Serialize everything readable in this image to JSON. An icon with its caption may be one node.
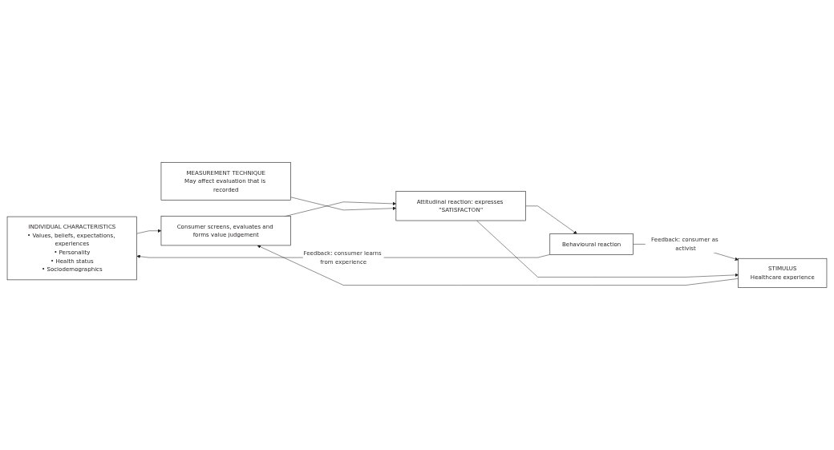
{
  "diagram": {
    "nodes": [
      {
        "text": [
          "INDIVIDUAL CHARACTERISTICS",
          "• Values, beliefs, expectations, experiences",
          "• Personality",
          "• Health status",
          "• Sociodemographics"
        ]
      },
      {
        "text": [
          "STIMULUS",
          "Healthcare experience"
        ]
      },
      {
        "text": [
          "Consumer screens, evaluates and forms value judgement"
        ]
      },
      {
        "text": [
          "Attitudinal reaction: expresses ”SATISFACTON”"
        ]
      },
      {
        "text": [
          "Behavioural reaction"
        ]
      },
      {
        "text": [
          "MEASUREMENT TECHNIQUE",
          "May affect evaluation that is recorded"
        ]
      }
    ],
    "edges": [
      {
        "from": 0,
        "to": 2,
        "arrow": "to"
      },
      {
        "from": 1,
        "to": 2,
        "arrow": "to"
      },
      {
        "from": 2,
        "to": 3,
        "arrow": "to"
      },
      {
        "from": 3,
        "to": 4,
        "arrow": "to"
      },
      {
        "from": 5,
        "to": 3,
        "arrow": "to"
      },
      {
        "from": 4,
        "to": 0,
        "arrow": "to",
        "label": "Feedback: consumer learns from experience"
      },
      {
        "from": 4,
        "to": 1,
        "arrow": "to",
        "label": "Feedback: consumer as activist"
      },
      {
        "from": 3,
        "to": 1,
        "arrow": "to"
      }
    ]
  }
}
